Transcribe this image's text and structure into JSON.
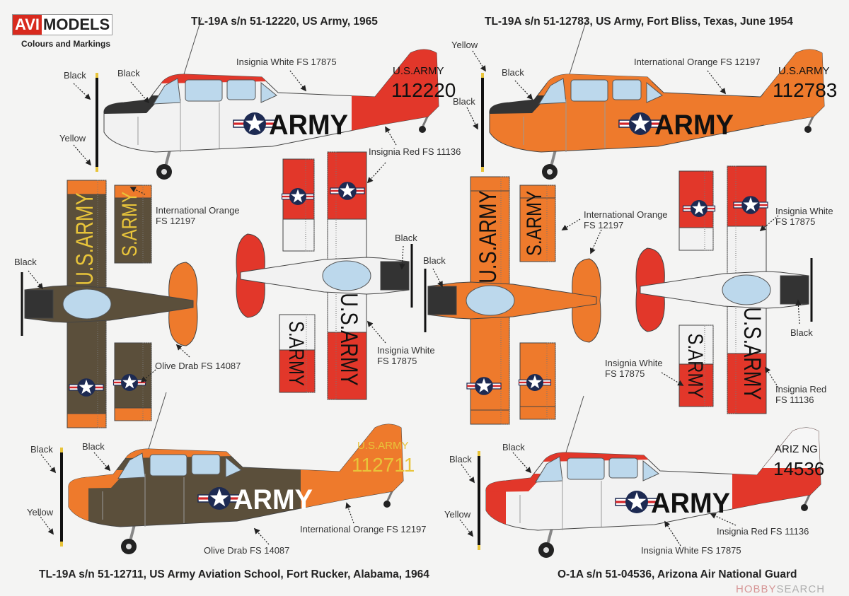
{
  "brand": {
    "logo_left": "AVI",
    "logo_right": "MODELS",
    "subtitle": "Colours and Markings"
  },
  "titles": {
    "top_left": "TL-19A s/n 51-12220, US Army, 1965",
    "top_right": "TL-19A s/n 51-12783, US Army, Fort Bliss, Texas, June 1954",
    "bottom_left": "TL-19A s/n 51-12711, US Army Aviation School, Fort Rucker, Alabama, 1964",
    "bottom_right": "O-1A s/n 51-04536, Arizona Air National Guard"
  },
  "markings": {
    "army": "ARMY",
    "us_army": "U.S.ARMY",
    "s_army": "S.ARMY",
    "serial_1": "112220",
    "serial_2": "112783",
    "serial_3": "112711",
    "tail_4_top": "ARIZ NG",
    "serial_4": "14536"
  },
  "labels": {
    "black": "Black",
    "yellow": "Yellow",
    "insignia_white": "Insignia White FS 17875",
    "insignia_white_l1": "Insignia White",
    "fs_17875": "FS 17875",
    "insignia_red": "Insignia Red FS 11136",
    "insignia_red_l1": "Insignia Red",
    "fs_11136": "FS 11136",
    "intl_orange": "International Orange FS 12197",
    "intl_orange_l1": "International Orange",
    "fs_12197": "FS 12197",
    "olive_drab": "Olive Drab FS 14087"
  },
  "watermark": {
    "left": "HOBBY",
    "right": "SEARCH"
  },
  "colors": {
    "white": "#f2f2f2",
    "red": "#e2372a",
    "orange": "#ee7a2c",
    "olive": "#5b4f3b",
    "black": "#2a2a2a",
    "yellow": "#e8c43a",
    "navy": "#1d2a52",
    "glass": "#bcd8ec"
  }
}
